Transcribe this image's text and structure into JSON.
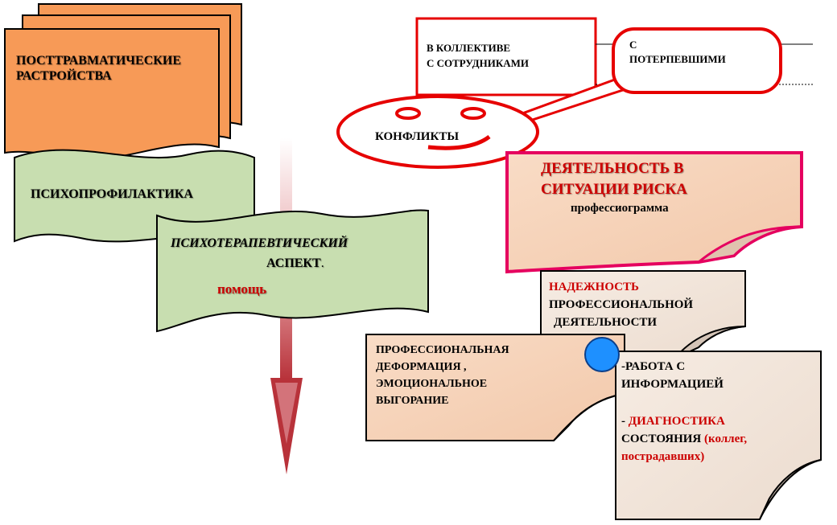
{
  "colors": {
    "orange": "#f79a57",
    "green": "#c8deb0",
    "peach": "#f7d2b7",
    "note": "#f4e8de",
    "red": "#e60000",
    "pink": "#e5005f",
    "dot": "#1e90ff",
    "arrow": "#c8595f"
  },
  "post_trauma": {
    "line1": "ПОСТТРАВМАТИЧЕСКИЕ",
    "line2": "РАСТРОЙСТВА"
  },
  "psychoprophylaxis": "ПСИХОПРОФИЛАКТИКА",
  "psychotherapy": {
    "line1": "ПСИХОТЕРАПЕВТИЧЕСКИЙ",
    "line2": "АСПЕКТ",
    "dot": ".",
    "help": "помощь"
  },
  "team": {
    "line1": "В КОЛЛЕКТИВЕ",
    "line2": "С СОТРУДНИКАМИ"
  },
  "victims": {
    "line1": "С",
    "line2": "ПОТЕРПЕВШИМИ"
  },
  "conflicts": "КОНФЛИКТЫ",
  "risk": {
    "line1": "ДЕЯТЕЛЬНОСТЬ В",
    "line2": "СИТУАЦИИ  РИСКА",
    "line3": "профессиограмма"
  },
  "reliability": {
    "line1": "НАДЕЖНОСТЬ",
    "line2": "ПРОФЕССИОНАЛЬНОЙ",
    "line3": "ДЕЯТЕЛЬНОСТИ"
  },
  "deformation": {
    "line1": "ПРОФЕССИОНАЛЬНАЯ",
    "line2": "ДЕФОРМАЦИЯ ,",
    "line3": "ЭМОЦИОНАЛЬНОЕ",
    "line4": "ВЫГОРАНИЕ"
  },
  "info": {
    "line1": "-РАБОТА  С",
    "line2": "ИНФОРМАЦИЕЙ",
    "dash": "- ",
    "diag": "ДИАГНОСТИКА",
    "state": "СОСТОЯНИЯ",
    "paren1": " (коллег,",
    "paren2": "пострадавших)"
  }
}
